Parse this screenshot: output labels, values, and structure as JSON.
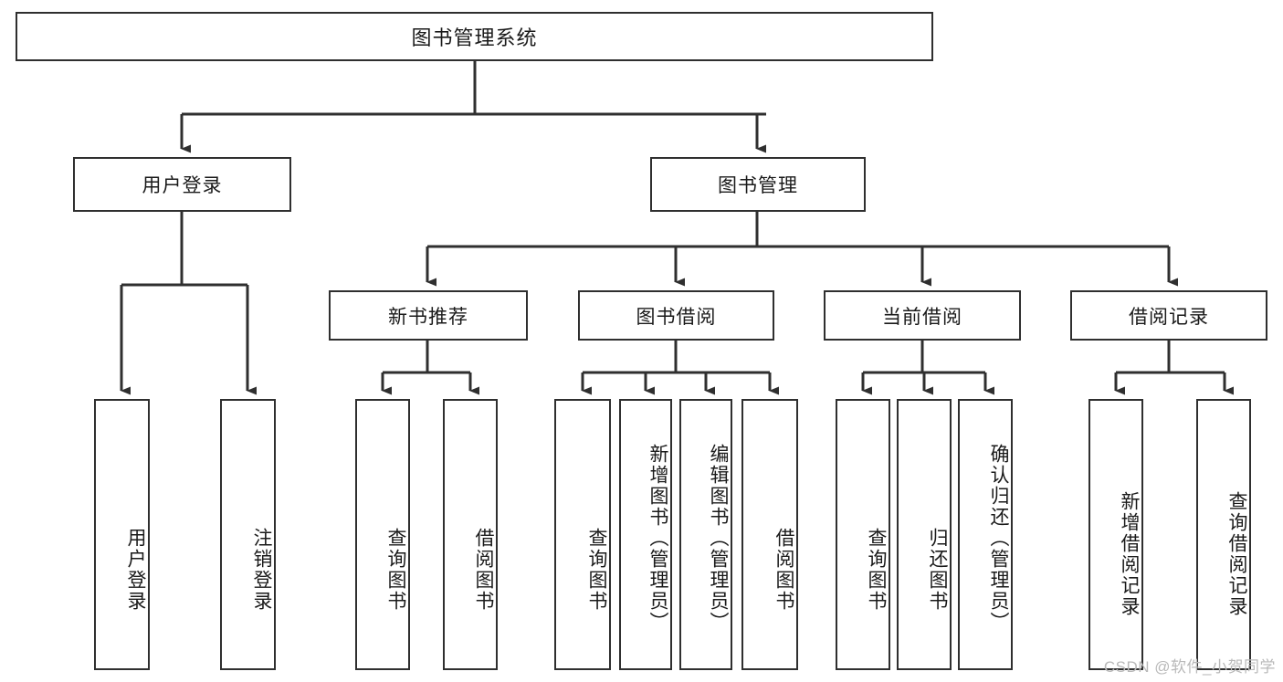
{
  "diagram": {
    "type": "tree",
    "title": "图书管理系统",
    "orientation": "top-down",
    "root": {
      "id": "root",
      "label": "图书管理系统"
    },
    "level2": [
      {
        "id": "user-login",
        "label": "用户登录"
      },
      {
        "id": "book-manage",
        "label": "图书管理"
      }
    ],
    "level3": [
      {
        "id": "new-book-rec",
        "label": "新书推荐",
        "parent": "book-manage"
      },
      {
        "id": "book-borrow",
        "label": "图书借阅",
        "parent": "book-manage"
      },
      {
        "id": "current-borrow",
        "label": "当前借阅",
        "parent": "book-manage"
      },
      {
        "id": "borrow-record",
        "label": "借阅记录",
        "parent": "book-manage"
      }
    ],
    "leaves": [
      {
        "id": "leaf-user-login",
        "label": "用户登录",
        "parent": "user-login"
      },
      {
        "id": "leaf-user-logout",
        "label": "注销登录",
        "parent": "user-login"
      },
      {
        "id": "leaf-rec-query",
        "label": "查询图书",
        "parent": "new-book-rec"
      },
      {
        "id": "leaf-rec-borrow",
        "label": "借阅图书",
        "parent": "new-book-rec"
      },
      {
        "id": "leaf-bb-query",
        "label": "查询图书",
        "parent": "book-borrow"
      },
      {
        "id": "leaf-bb-add",
        "label": "新增图书（管理员）",
        "parent": "book-borrow"
      },
      {
        "id": "leaf-bb-edit",
        "label": "编辑图书（管理员）",
        "parent": "book-borrow"
      },
      {
        "id": "leaf-bb-borrow",
        "label": "借阅图书",
        "parent": "book-borrow"
      },
      {
        "id": "leaf-cb-query",
        "label": "查询图书",
        "parent": "current-borrow"
      },
      {
        "id": "leaf-cb-return",
        "label": "归还图书",
        "parent": "current-borrow"
      },
      {
        "id": "leaf-cb-confirm",
        "label": "确认归还（管理员）",
        "parent": "current-borrow"
      },
      {
        "id": "leaf-br-add",
        "label": "新增借阅记录",
        "parent": "borrow-record"
      },
      {
        "id": "leaf-br-query",
        "label": "查询借阅记录",
        "parent": "borrow-record"
      }
    ]
  },
  "watermark": {
    "text": "CSDN @软件_小贺同学"
  },
  "colors": {
    "line": "#2f2f2f",
    "box_border": "#2f2f2f",
    "box_fill": "#ffffff",
    "text": "#1a1a1a",
    "watermark": "#b9b9b9"
  }
}
